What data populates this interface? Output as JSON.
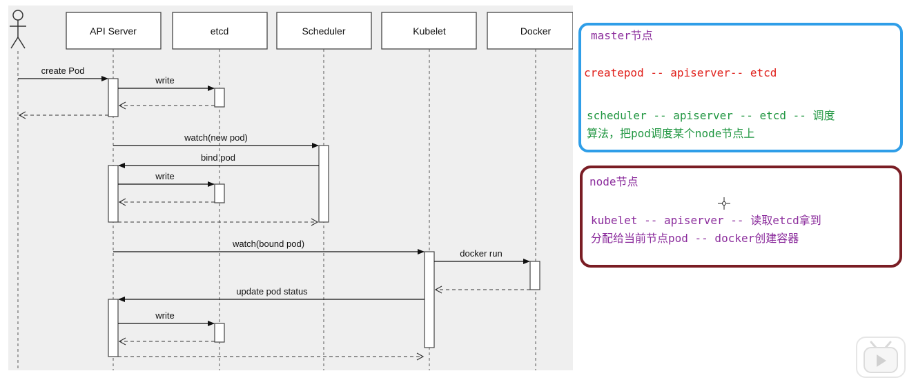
{
  "sequence": {
    "actor_icon": "user-stick-figure-icon",
    "participants": [
      "API Server",
      "etcd",
      "Scheduler",
      "Kubelet",
      "Docker"
    ],
    "messages": [
      {
        "label": "create Pod"
      },
      {
        "label": "write"
      },
      {
        "label": "watch(new pod)"
      },
      {
        "label": "bind pod"
      },
      {
        "label": "write"
      },
      {
        "label": "watch(bound pod)"
      },
      {
        "label": "docker run"
      },
      {
        "label": "update pod status"
      },
      {
        "label": "write"
      }
    ]
  },
  "master_note": {
    "title": "master节点",
    "line1": "createpod -- apiserver-- etcd",
    "line2": "scheduler -- apiserver -- etcd -- 调度",
    "line3": "算法，把pod调度某个node节点上",
    "colors": {
      "border": "#2f9ee8",
      "title": "#8b2c9c",
      "line1": "#e0201b",
      "line2": "#1f9640"
    }
  },
  "node_note": {
    "title": "node节点",
    "line1": "kubelet -- apiserver -- 读取etcd拿到",
    "line2": "分配给当前节点pod -- docker创建容器",
    "colors": {
      "border": "#7a1d24",
      "title": "#8b2c9c",
      "text": "#8b2c9c"
    }
  },
  "icons": {
    "cursor": "crosshair-cursor-icon",
    "player": "play-button-icon"
  }
}
